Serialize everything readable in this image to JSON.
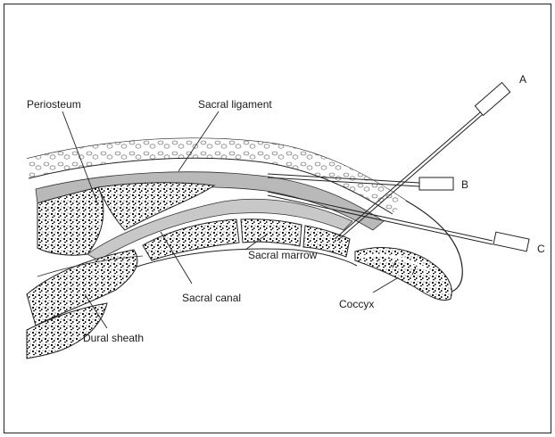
{
  "labels": {
    "periosteum": "Periosteum",
    "sacral_ligament": "Sacral ligament",
    "sacral_marrow": "Sacral marrow",
    "sacral_canal": "Sacral canal",
    "dural_sheath": "Dural sheath",
    "coccyx": "Coccyx",
    "needle_a": "A",
    "needle_b": "B",
    "needle_c": "C"
  }
}
